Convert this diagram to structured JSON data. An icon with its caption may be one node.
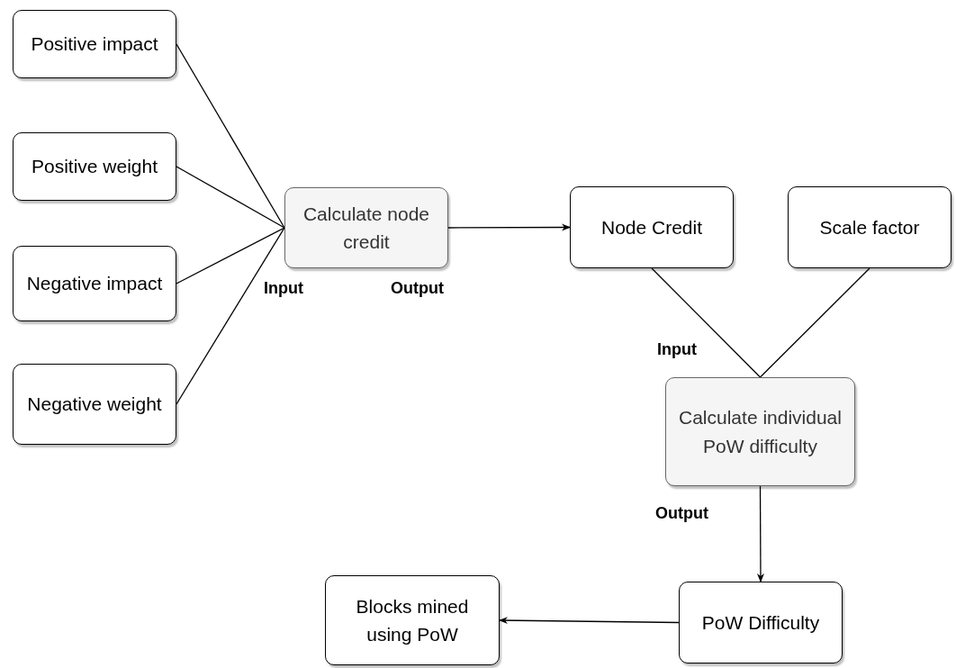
{
  "diagram": {
    "nodes": [
      {
        "text": [
          "Positive impact"
        ]
      },
      {
        "text": [
          "Positive weight"
        ]
      },
      {
        "text": [
          "Negative impact"
        ]
      },
      {
        "text": [
          "Negative weight"
        ]
      },
      {
        "text": [
          "Calculate node credit"
        ]
      },
      {
        "text": [
          "Node Credit"
        ]
      },
      {
        "text": [
          "Scale factor"
        ]
      },
      {
        "text": [
          "Calculate individual PoW difficulty"
        ]
      },
      {
        "text": [
          "PoW Difficulty"
        ]
      },
      {
        "text": [
          "Blocks mined using PoW"
        ]
      }
    ],
    "edges": [
      {
        "from": 0,
        "to": 4,
        "arrow": "none"
      },
      {
        "from": 1,
        "to": 4,
        "arrow": "none"
      },
      {
        "from": 2,
        "to": 4,
        "arrow": "none"
      },
      {
        "from": 3,
        "to": 4,
        "arrow": "none"
      },
      {
        "from": 4,
        "to": 5,
        "arrow": "to"
      },
      {
        "from": 5,
        "to": 7,
        "arrow": "none"
      },
      {
        "from": 6,
        "to": 7,
        "arrow": "none"
      },
      {
        "from": 7,
        "to": 8,
        "arrow": "to"
      },
      {
        "from": 8,
        "to": 9,
        "arrow": "to"
      }
    ],
    "labels": [
      "Input",
      "Output",
      "Input",
      "Output"
    ]
  }
}
